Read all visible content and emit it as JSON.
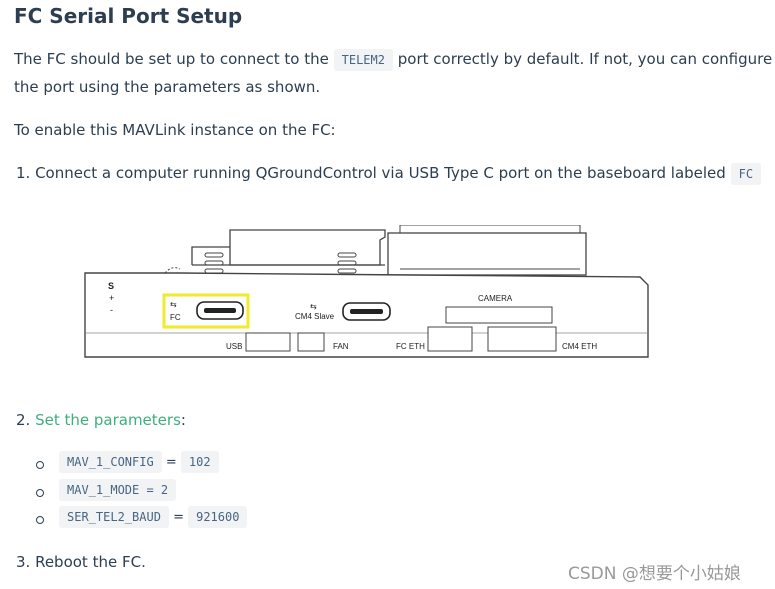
{
  "heading": "FC Serial Port Setup",
  "intro": {
    "before": "The FC should be set up to connect to the",
    "code": "TELEM2",
    "after_line1": "port correctly by default. If not, you can configure",
    "line2": "the port using the parameters as shown."
  },
  "enable_text": "To enable this MAVLink instance on the FC:",
  "step1": {
    "text": "1. Connect a computer running QGroundControl via USB Type C port on the baseboard labeled",
    "code": "FC"
  },
  "diagram": {
    "labels": {
      "s": "S",
      "plus": "+",
      "minus": "-",
      "fc": "FC",
      "cm4_slave": "CM4 Slave",
      "camera": "CAMERA",
      "usb": "USB",
      "fan": "FAN",
      "fc_eth": "FC ETH",
      "cm4_eth": "CM4 ETH"
    },
    "highlight_color": "#f2ea2c"
  },
  "step2": {
    "prefix": "2.",
    "link": "Set the parameters",
    "suffix": ":"
  },
  "params": [
    {
      "name": "MAV_1_CONFIG",
      "eq": "=",
      "value": "102"
    },
    {
      "name": "MAV_1_MODE = 2"
    },
    {
      "name": "SER_TEL2_BAUD",
      "eq": "=",
      "value": "921600"
    }
  ],
  "step3": "3. Reboot the FC.",
  "watermark": "CSDN @想要个小姑娘",
  "colors": {
    "link": "#3eaf7c",
    "text": "#2c3e50",
    "code_bg": "#f1f3f5",
    "code_text": "#476582"
  }
}
